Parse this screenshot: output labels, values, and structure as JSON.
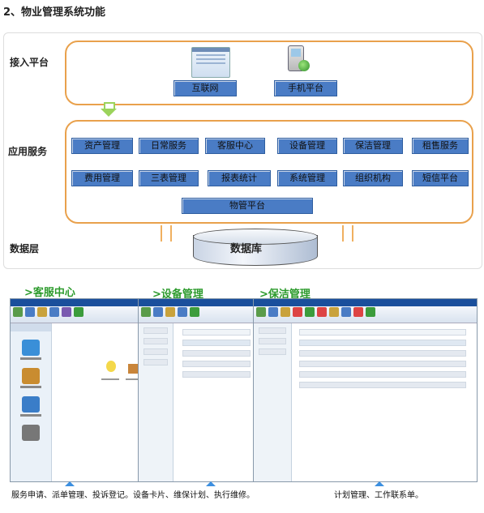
{
  "heading": "2、物业管理系统功能",
  "layers": {
    "access": {
      "label": "接入平台",
      "items": [
        "互联网",
        "手机平台"
      ]
    },
    "app": {
      "label": "应用服务",
      "row1": [
        "资产管理",
        "日常服务",
        "客服中心",
        "设备管理",
        "保洁管理",
        "租售服务"
      ],
      "row2": [
        "费用管理",
        "三表管理",
        "报表统计",
        "系统管理",
        "组织机构",
        "短信平台"
      ],
      "row3": [
        "物管平台"
      ]
    },
    "data": {
      "label": "数据层",
      "db": "数据库"
    }
  },
  "sections": [
    ">客服中心",
    ">设备管理",
    ">保洁管理"
  ],
  "captions": {
    "left": "服务申请、派单管理、投诉登记。设备卡片、维保计划、执行维修。",
    "right": "计划管理、工作联系单。"
  },
  "colors": {
    "frame": "#e9a14c",
    "module": "#4a7cc5",
    "section_title": "#2d9b2d",
    "arrow_green": "#9bd35b",
    "arrow_orange": "#f0b060"
  }
}
